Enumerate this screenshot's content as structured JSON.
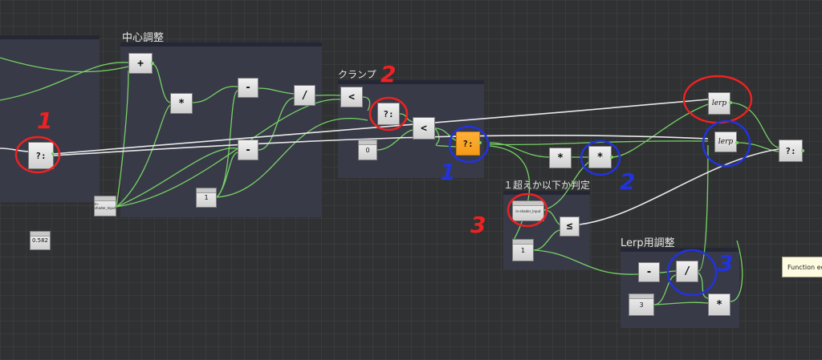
{
  "groups": {
    "center": "中心調整",
    "clamp": "クランプ",
    "range": "１超えか以下か判定",
    "lerp": "Lerp用調整"
  },
  "nodes": {
    "cond_left": "?:",
    "add": "+",
    "mul_center": "*",
    "sub_top": "-",
    "div_center": "/",
    "sub_mid": "-",
    "one_center": "1",
    "input_small": "ln-shader_Input",
    "value_0582": "0.582",
    "lt_1": "<",
    "cond_clamp": "?:",
    "zero": "0",
    "lt_2": "<",
    "cond_orange": "?:",
    "mul_a": "*",
    "mul_b": "*",
    "lerp_top": "lerp",
    "lerp_bottom": "lerp",
    "cond_right": "?:",
    "input_range": "ln-shader_Input",
    "le": "≤",
    "one_range": "1",
    "sub_lerp": "-",
    "div_lerp": "/",
    "three": "3",
    "mul_lerp": "*"
  },
  "annotations": {
    "red": [
      "1",
      "2",
      "3"
    ],
    "blue": [
      "1",
      "2",
      "3"
    ]
  },
  "tooltip": "Function editor",
  "colors": {
    "background": "#2f3132",
    "group": "#383a47",
    "wire": "#77d165",
    "wire_white": "#e8e8e8",
    "node": "#dcdcdc",
    "node_highlight": "#f7a21b",
    "annotation_red": "#ee2222",
    "annotation_blue": "#2233dd"
  }
}
